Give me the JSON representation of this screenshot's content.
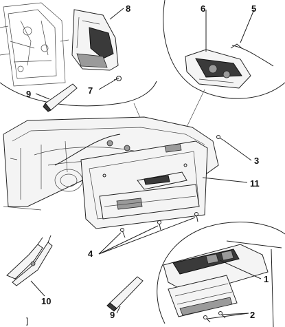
{
  "figure": {
    "callouts": [
      {
        "id": "c1",
        "label": "1"
      },
      {
        "id": "c2",
        "label": "2"
      },
      {
        "id": "c3",
        "label": "3"
      },
      {
        "id": "c4",
        "label": "4"
      },
      {
        "id": "c5",
        "label": "5"
      },
      {
        "id": "c6",
        "label": "6"
      },
      {
        "id": "c7",
        "label": "7"
      },
      {
        "id": "c8",
        "label": "8"
      },
      {
        "id": "c9a",
        "label": "9"
      },
      {
        "id": "c9b",
        "label": "9"
      },
      {
        "id": "c10",
        "label": "10"
      },
      {
        "id": "c11",
        "label": "11"
      }
    ],
    "corner_mark": "]"
  }
}
